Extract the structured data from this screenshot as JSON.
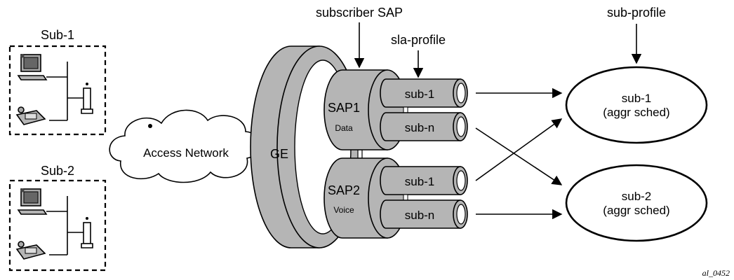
{
  "labels": {
    "subscriber_sap": "subscriber SAP",
    "sla_profile": "sla-profile",
    "sub_profile": "sub-profile",
    "sub1_group": "Sub-1",
    "sub2_group": "Sub-2",
    "access_network": "Access Network",
    "ge": "GE",
    "sap1": "SAP1",
    "sap1_sub": "Data",
    "sap2": "SAP2",
    "sap2_sub": "Voice",
    "pipe_sub1": "sub-1",
    "pipe_subn": "sub-n",
    "sched1_line1": "sub-1",
    "sched1_line2": "(aggr sched)",
    "sched2_line1": "sub-2",
    "sched2_line2": "(aggr sched)",
    "ref_id": "al_0452"
  }
}
